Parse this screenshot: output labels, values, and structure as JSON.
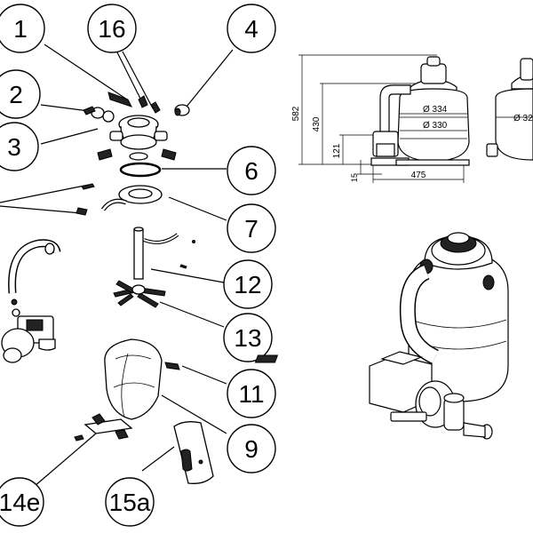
{
  "callouts": {
    "c1": "1",
    "c16": "16",
    "c4": "4",
    "c2": "2",
    "c3": "3",
    "c6": "6",
    "c7": "7",
    "c12": "12",
    "c13": "13",
    "c11": "11",
    "c9": "9",
    "c14e": "14e",
    "c15a": "15a"
  },
  "dimensions": {
    "overall_height": "582",
    "tank_height": "430",
    "base_height": "121",
    "foot_height": "15",
    "width": "475",
    "diameter_outer": "Ø 334",
    "diameter_inner": "Ø 330",
    "diameter_side": "Ø 32"
  }
}
